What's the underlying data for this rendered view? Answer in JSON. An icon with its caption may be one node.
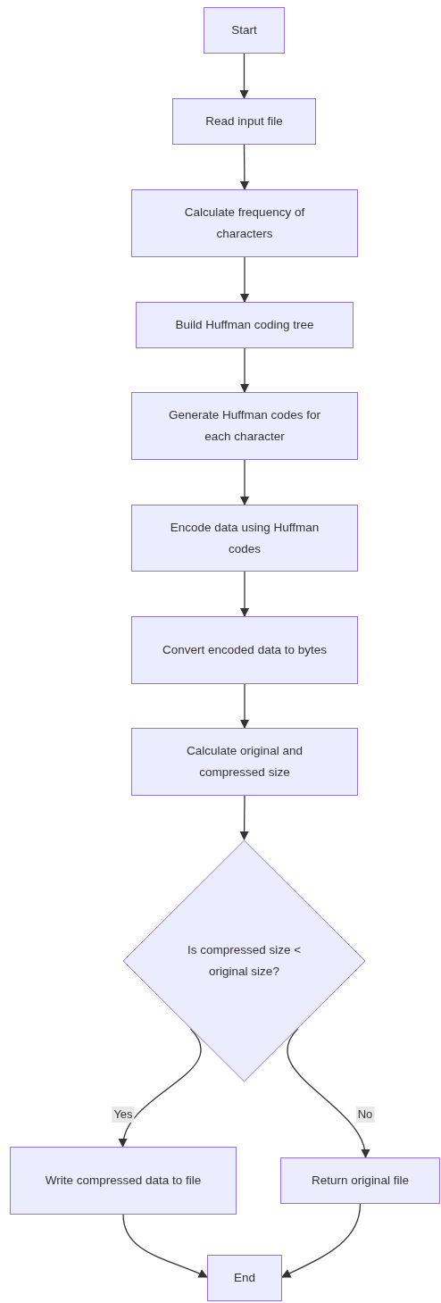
{
  "diagram": {
    "nodes": [
      {
        "text": [
          "Start"
        ]
      },
      {
        "text": [
          "Read input file"
        ]
      },
      {
        "text": [
          "Calculate frequency of characters"
        ]
      },
      {
        "text": [
          "Build Huffman coding tree"
        ]
      },
      {
        "text": [
          "Generate Huffman codes for each character"
        ]
      },
      {
        "text": [
          "Encode data using Huffman codes"
        ]
      },
      {
        "text": [
          "Convert encoded data to bytes"
        ]
      },
      {
        "text": [
          "Calculate original and compressed size"
        ]
      },
      {
        "text": [
          "Is compressed size < original size?"
        ]
      },
      {
        "text": [
          "Write compressed data to file"
        ]
      },
      {
        "text": [
          "Return original file"
        ]
      },
      {
        "text": [
          "End"
        ]
      }
    ],
    "edges": [
      {
        "from": 0,
        "to": 1,
        "arrow": "to"
      },
      {
        "from": 1,
        "to": 2,
        "arrow": "to"
      },
      {
        "from": 2,
        "to": 3,
        "arrow": "to"
      },
      {
        "from": 3,
        "to": 4,
        "arrow": "to"
      },
      {
        "from": 4,
        "to": 5,
        "arrow": "to"
      },
      {
        "from": 5,
        "to": 6,
        "arrow": "to"
      },
      {
        "from": 6,
        "to": 7,
        "arrow": "to"
      },
      {
        "from": 7,
        "to": 8,
        "arrow": "to"
      },
      {
        "from": 8,
        "to": 9,
        "label": "Yes",
        "arrow": "to"
      },
      {
        "from": 8,
        "to": 10,
        "label": "No",
        "arrow": "to"
      },
      {
        "from": 9,
        "to": 11,
        "arrow": "to"
      },
      {
        "from": 10,
        "to": 11,
        "arrow": "to"
      }
    ]
  }
}
